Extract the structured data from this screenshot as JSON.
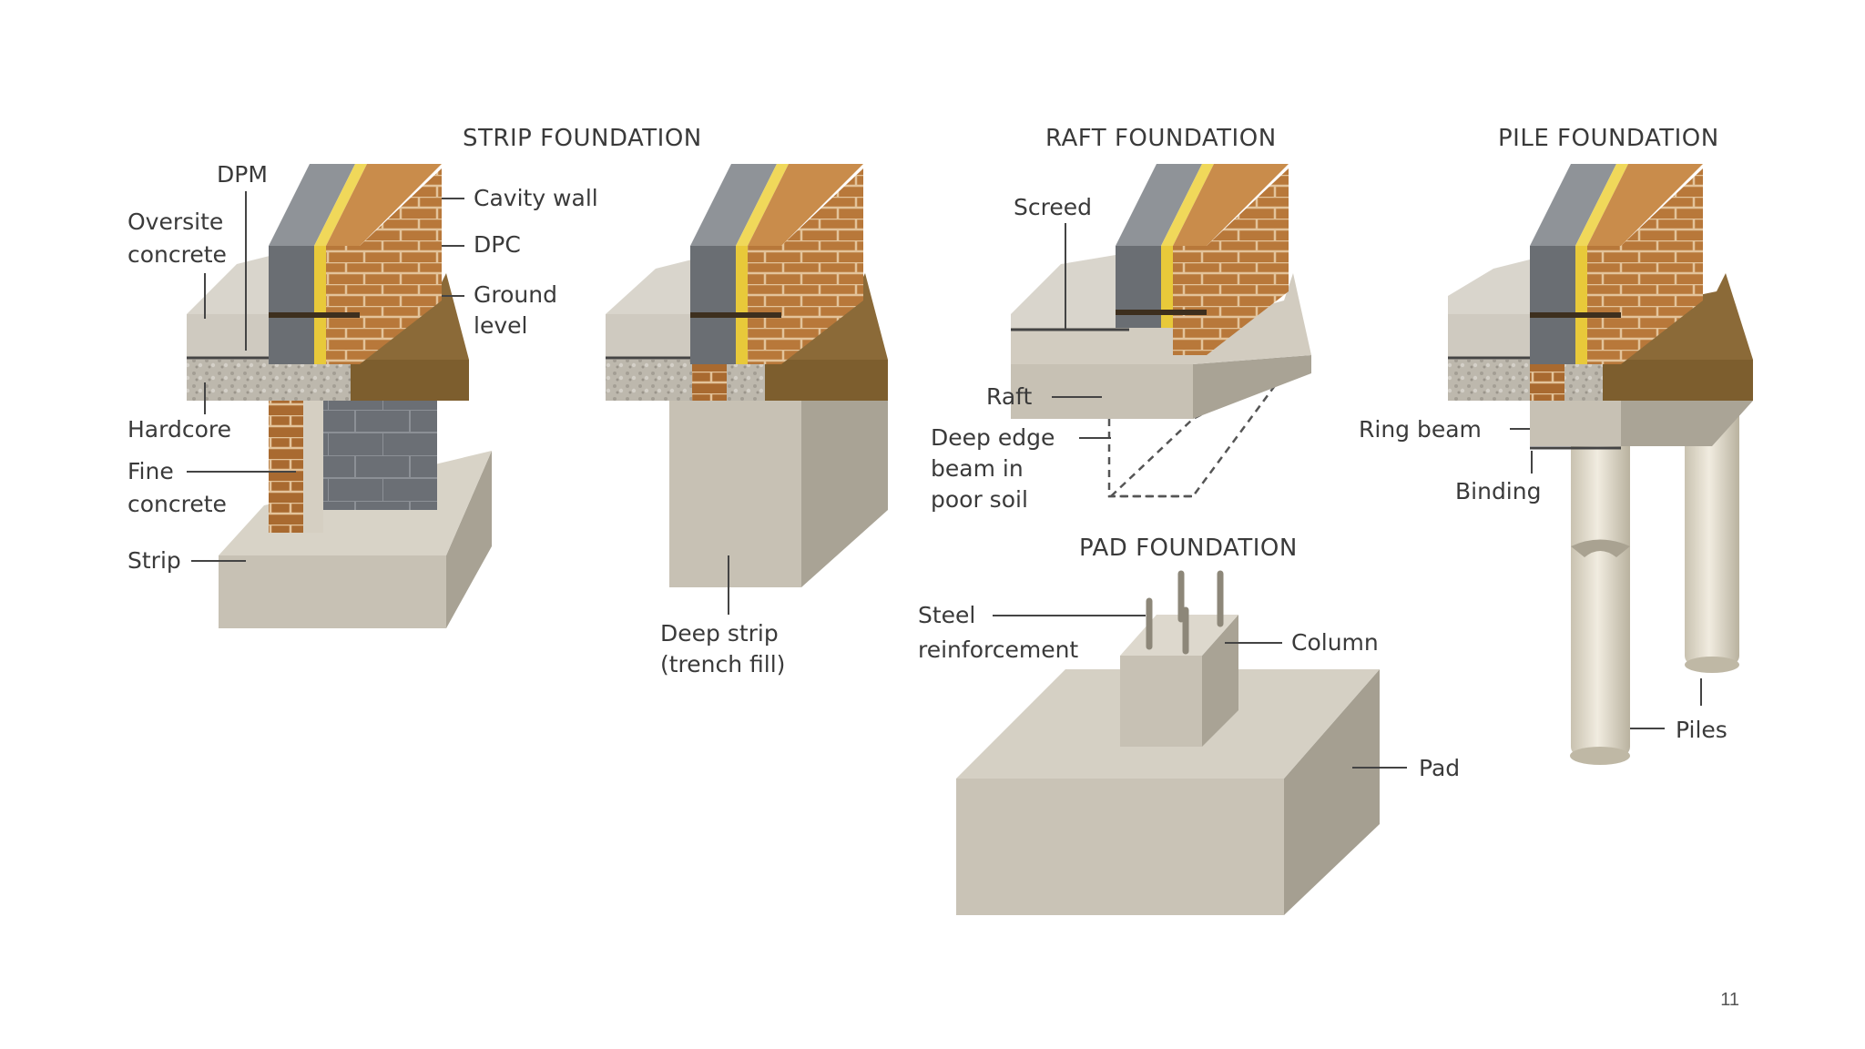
{
  "titles": {
    "strip": "STRIP FOUNDATION",
    "raft": "RAFT FOUNDATION",
    "pile": "PILE FOUNDATION",
    "pad": "PAD FOUNDATION"
  },
  "labels": {
    "dpm": "DPM",
    "oversite_1": "Oversite",
    "oversite_2": "concrete",
    "cavity_wall": "Cavity wall",
    "dpc": "DPC",
    "ground_1": "Ground",
    "ground_2": "level",
    "hardcore": "Hardcore",
    "fine_1": "Fine",
    "fine_2": "concrete",
    "strip": "Strip",
    "deep_strip_1": "Deep strip",
    "deep_strip_2": "(trench fill)",
    "screed": "Screed",
    "raft": "Raft",
    "deep_edge_1": "Deep edge",
    "deep_edge_2": "beam in",
    "deep_edge_3": "poor soil",
    "steel_1": "Steel",
    "steel_2": "reinforcement",
    "column": "Column",
    "pad": "Pad",
    "ring_beam": "Ring beam",
    "binding": "Binding",
    "piles": "Piles"
  },
  "page_number": "11",
  "colors": {
    "brick": "#b8783a",
    "mortar": "#e8c8a0",
    "block": "#6a6e73",
    "insulation": "#e8c93a",
    "concrete": "#c9c3b6",
    "soil": "#8a6a35",
    "hardcore": "#b5b0a6"
  }
}
